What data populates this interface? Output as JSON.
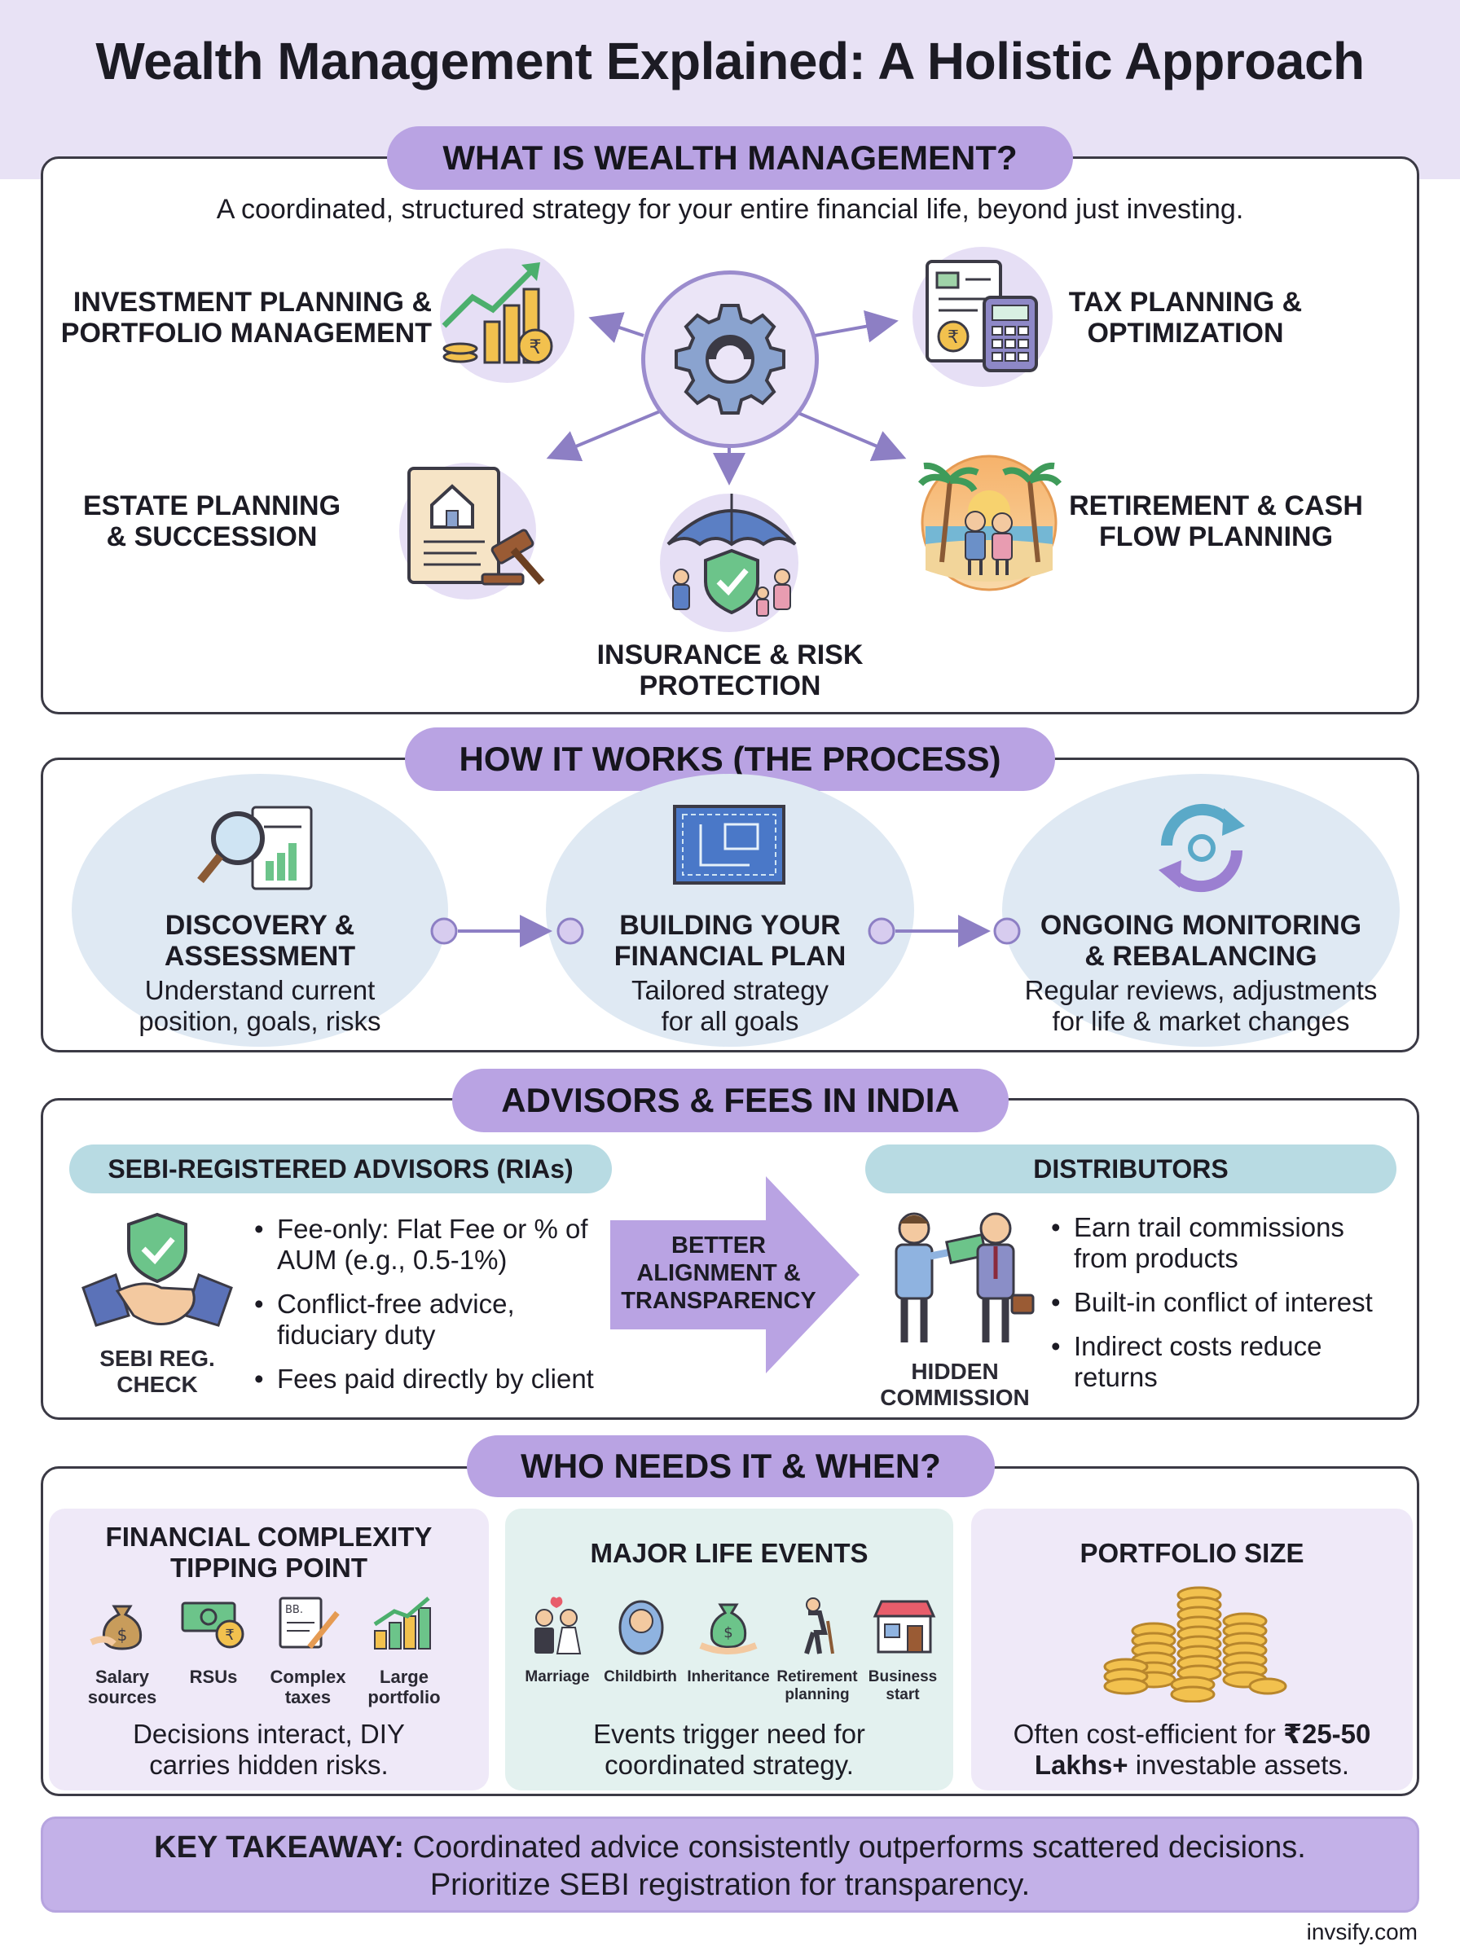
{
  "title": "Wealth Management Explained: A Holistic Approach",
  "what": {
    "heading": "WHAT IS WEALTH MANAGEMENT?",
    "subtitle": "A coordinated, structured strategy for your entire financial life, beyond just investing.",
    "nodes": {
      "investment_l1": "INVESTMENT PLANNING &",
      "investment_l2": "PORTFOLIO MANAGEMENT",
      "tax_l1": "TAX PLANNING &",
      "tax_l2": "OPTIMIZATION",
      "estate_l1": "ESTATE PLANNING",
      "estate_l2": "& SUCCESSION",
      "retirement_l1": "RETIREMENT & CASH",
      "retirement_l2": "FLOW PLANNING",
      "insurance_l1": "INSURANCE & RISK",
      "insurance_l2": "PROTECTION"
    }
  },
  "process": {
    "heading": "HOW IT WORKS (THE PROCESS)",
    "steps": [
      {
        "title_l1": "DISCOVERY &",
        "title_l2": "ASSESSMENT",
        "desc_l1": "Understand current",
        "desc_l2": "position, goals, risks"
      },
      {
        "title_l1": "BUILDING YOUR",
        "title_l2": "FINANCIAL PLAN",
        "desc_l1": "Tailored strategy",
        "desc_l2": "for all goals"
      },
      {
        "title_l1": "ONGOING MONITORING",
        "title_l2": "& REBALANCING",
        "desc_l1": "Regular reviews, adjustments",
        "desc_l2": "for life & market changes"
      }
    ]
  },
  "advisors": {
    "heading": "ADVISORS & FEES IN INDIA",
    "ria": {
      "label": "SEBI-REGISTERED ADVISORS (RIAs)",
      "icon_caption_l1": "SEBI REG.",
      "icon_caption_l2": "CHECK",
      "b1_l1": "Fee-only: Flat Fee or % of",
      "b1_l2": "AUM (e.g., 0.5-1%)",
      "b2_l1": "Conflict-free advice,",
      "b2_l2": "fiduciary duty",
      "b3_l1": "Fees paid directly by client"
    },
    "arrow_l1": "BETTER",
    "arrow_l2": "ALIGNMENT &",
    "arrow_l3": "TRANSPARENCY",
    "distributors": {
      "label": "DISTRIBUTORS",
      "icon_caption_l1": "HIDDEN",
      "icon_caption_l2": "COMMISSION",
      "b1_l1": "Earn trail commissions",
      "b1_l2": "from products",
      "b2_l1": "Built-in conflict of interest",
      "b3_l1": "Indirect costs reduce",
      "b3_l2": "returns"
    }
  },
  "who": {
    "heading": "WHO NEEDS IT & WHEN?",
    "complexity": {
      "title_l1": "FINANCIAL COMPLEXITY",
      "title_l2": "TIPPING POINT",
      "items": [
        {
          "l1": "Salary",
          "l2": "sources"
        },
        {
          "l1": "RSUs",
          "l2": ""
        },
        {
          "l1": "Complex",
          "l2": "taxes"
        },
        {
          "l1": "Large",
          "l2": "portfolio"
        }
      ],
      "desc_l1": "Decisions interact, DIY",
      "desc_l2": "carries hidden risks."
    },
    "events": {
      "title": "MAJOR LIFE EVENTS",
      "items": [
        {
          "l1": "Marriage",
          "l2": ""
        },
        {
          "l1": "Childbirth",
          "l2": ""
        },
        {
          "l1": "Inheritance",
          "l2": ""
        },
        {
          "l1": "Retirement",
          "l2": "planning"
        },
        {
          "l1": "Business",
          "l2": "start"
        }
      ],
      "desc_l1": "Events trigger need for",
      "desc_l2": "coordinated strategy."
    },
    "portfolio": {
      "title": "PORTFOLIO SIZE",
      "desc_l1_a": "Often cost-efficient for ",
      "desc_l1_b": "₹25-50",
      "desc_l2_a": "Lakhs+",
      "desc_l2_b": " investable assets."
    }
  },
  "takeaway": {
    "label": "KEY TAKEAWAY:",
    "l1": " Coordinated advice consistently outperforms scattered decisions.",
    "l2": "Prioritize SEBI registration for transparency."
  },
  "brand": "invsify.com",
  "colors": {
    "accent_purple": "#b9a3e3",
    "header_band": "#e8e2f5",
    "light_blue": "#dfe9f3",
    "subpill_blue": "#b8dbe3",
    "card_purple": "#efe9f8",
    "card_mint": "#e3f1ef"
  }
}
